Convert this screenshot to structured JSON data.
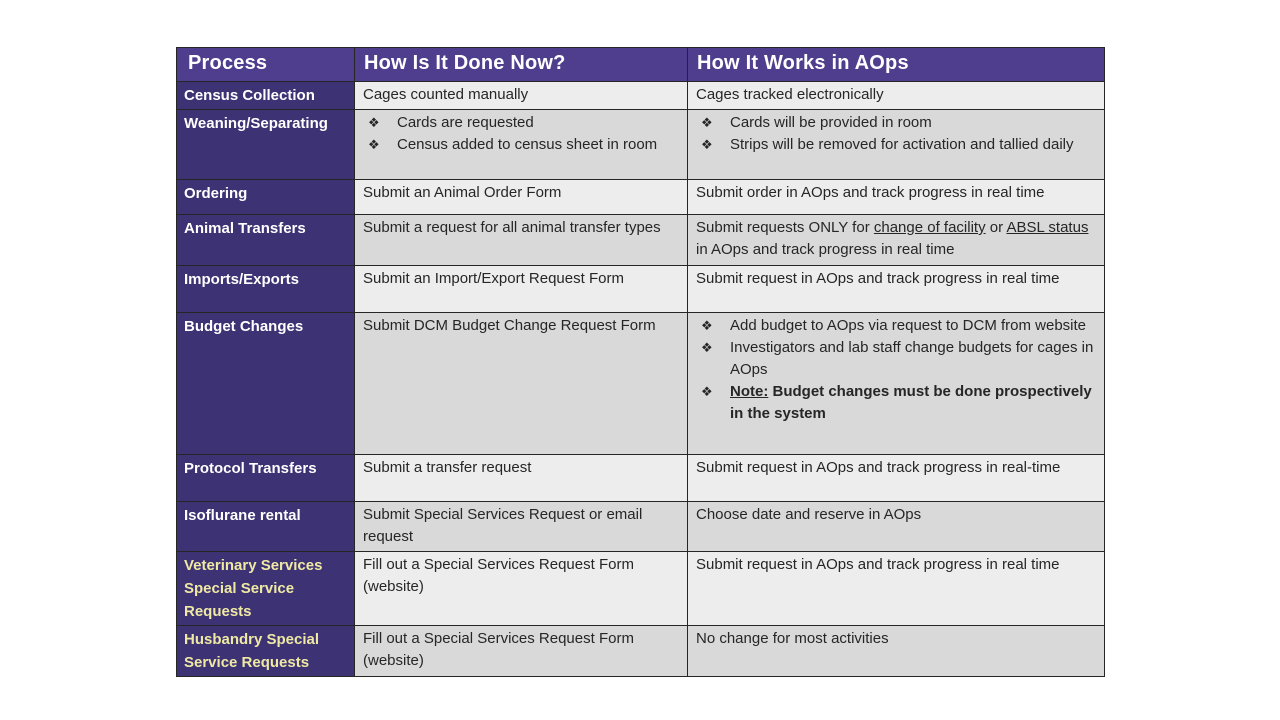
{
  "colors": {
    "header_bg": "#4F3D8D",
    "label_bg": "#3C3274",
    "row_light": "#EDEDED",
    "row_dark": "#D9D9D9",
    "border": "#262626",
    "text": "#262626",
    "label_text": "#FFFFFF",
    "label_text_yellow": "#EFE9A4"
  },
  "icons": {
    "bullet": "❖"
  },
  "table": {
    "columns": [
      "Process",
      "How Is It Done Now?",
      "How It Works in AOps"
    ],
    "rows": [
      {
        "process": "Census Collection",
        "now": [
          {
            "segments": [
              {
                "t": "Cages counted manually"
              }
            ]
          }
        ],
        "aops": [
          {
            "segments": [
              {
                "t": "Cages tracked electronically"
              }
            ]
          }
        ]
      },
      {
        "process": "Weaning/Separating",
        "now": [
          {
            "bullet": true,
            "segments": [
              {
                "t": "Cards are requested"
              }
            ]
          },
          {
            "bullet": true,
            "segments": [
              {
                "t": "Census added to census sheet in room"
              }
            ]
          }
        ],
        "aops": [
          {
            "bullet": true,
            "segments": [
              {
                "t": "Cards will be provided in room"
              }
            ]
          },
          {
            "bullet": true,
            "segments": [
              {
                "t": "Strips will be removed for activation and tallied daily"
              }
            ]
          }
        ]
      },
      {
        "process": "Ordering",
        "now": [
          {
            "segments": [
              {
                "t": "Submit an Animal Order Form"
              }
            ]
          }
        ],
        "aops": [
          {
            "segments": [
              {
                "t": "Submit order in AOps and track progress in real time"
              }
            ]
          }
        ]
      },
      {
        "process": "Animal Transfers",
        "now": [
          {
            "segments": [
              {
                "t": "Submit a request for all animal transfer types"
              }
            ]
          }
        ],
        "aops": [
          {
            "segments": [
              {
                "t": "Submit requests ONLY for "
              },
              {
                "t": "change of facility",
                "u": true
              },
              {
                "t": " or "
              },
              {
                "t": "ABSL status",
                "u": true
              },
              {
                "t": " in AOps and track progress in real time"
              }
            ]
          }
        ]
      },
      {
        "process": "Imports/Exports",
        "now": [
          {
            "segments": [
              {
                "t": "Submit an Import/Export Request Form"
              }
            ]
          }
        ],
        "aops": [
          {
            "segments": [
              {
                "t": "Submit request in AOps and track progress in real time"
              }
            ]
          }
        ]
      },
      {
        "process": "Budget Changes",
        "now": [
          {
            "segments": [
              {
                "t": "Submit DCM Budget Change Request Form"
              }
            ]
          }
        ],
        "aops": [
          {
            "bullet": true,
            "segments": [
              {
                "t": "Add budget to AOps via request to DCM from website"
              }
            ]
          },
          {
            "bullet": true,
            "segments": [
              {
                "t": "Investigators and lab staff change budgets for cages in AOps"
              }
            ]
          },
          {
            "bullet": true,
            "segments": [
              {
                "t": "Note:",
                "b": true,
                "u": true
              },
              {
                "t": " Budget changes must be done prospectively in the system",
                "b": true
              }
            ]
          }
        ]
      },
      {
        "process": "Protocol Transfers",
        "now": [
          {
            "segments": [
              {
                "t": "Submit a transfer request"
              }
            ]
          }
        ],
        "aops": [
          {
            "segments": [
              {
                "t": "Submit request in AOps and track progress in real-time"
              }
            ]
          }
        ]
      },
      {
        "process": "Isoflurane rental",
        "now": [
          {
            "segments": [
              {
                "t": "Submit Special Services Request or email request"
              }
            ]
          }
        ],
        "aops": [
          {
            "segments": [
              {
                "t": "Choose date and reserve in AOps"
              }
            ]
          }
        ]
      },
      {
        "process": "Veterinary Services Special Service Requests",
        "now": [
          {
            "segments": [
              {
                "t": "Fill out a Special Services Request Form (website)"
              }
            ]
          }
        ],
        "aops": [
          {
            "segments": [
              {
                "t": "Submit request in AOps and track progress in real time"
              }
            ]
          }
        ]
      },
      {
        "process": "Husbandry Special Service Requests",
        "now": [
          {
            "segments": [
              {
                "t": "Fill out a Special Services Request Form (website)"
              }
            ]
          }
        ],
        "aops": [
          {
            "segments": [
              {
                "t": "No change for most activities"
              }
            ]
          }
        ]
      }
    ]
  }
}
